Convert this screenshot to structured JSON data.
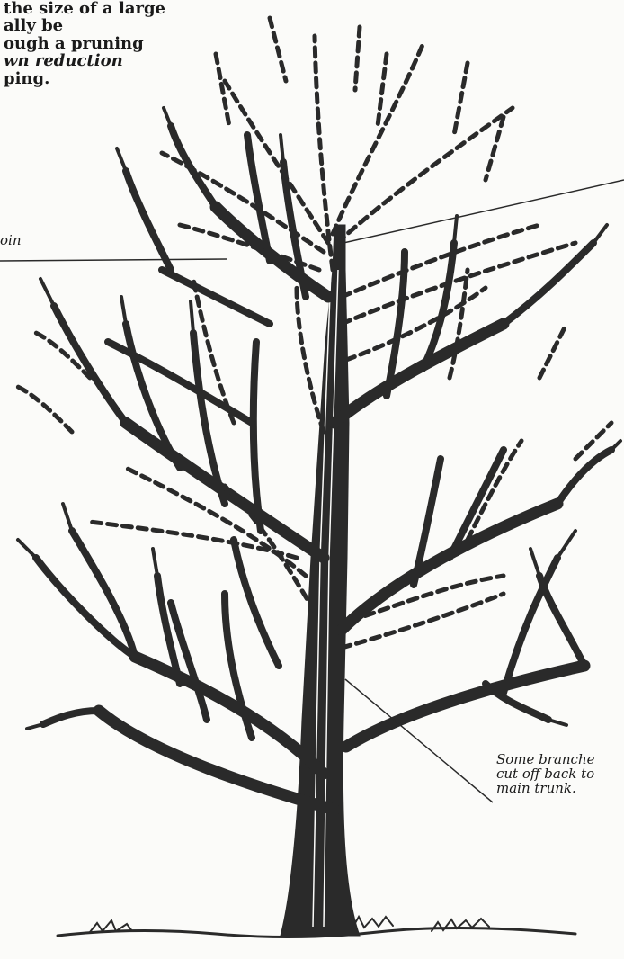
{
  "intro_text": {
    "line1": "the size of a large",
    "line2": "ally be",
    "line3": "ough a pruning",
    "line4": "wn reduction",
    "line5": "ping."
  },
  "left_label": "oin",
  "right_label": {
    "line1": "Some branche",
    "line2": "cut off back to",
    "line3": "main trunk."
  },
  "colors": {
    "ink": "#2a2a2a",
    "paper": "#fbfbf9"
  }
}
